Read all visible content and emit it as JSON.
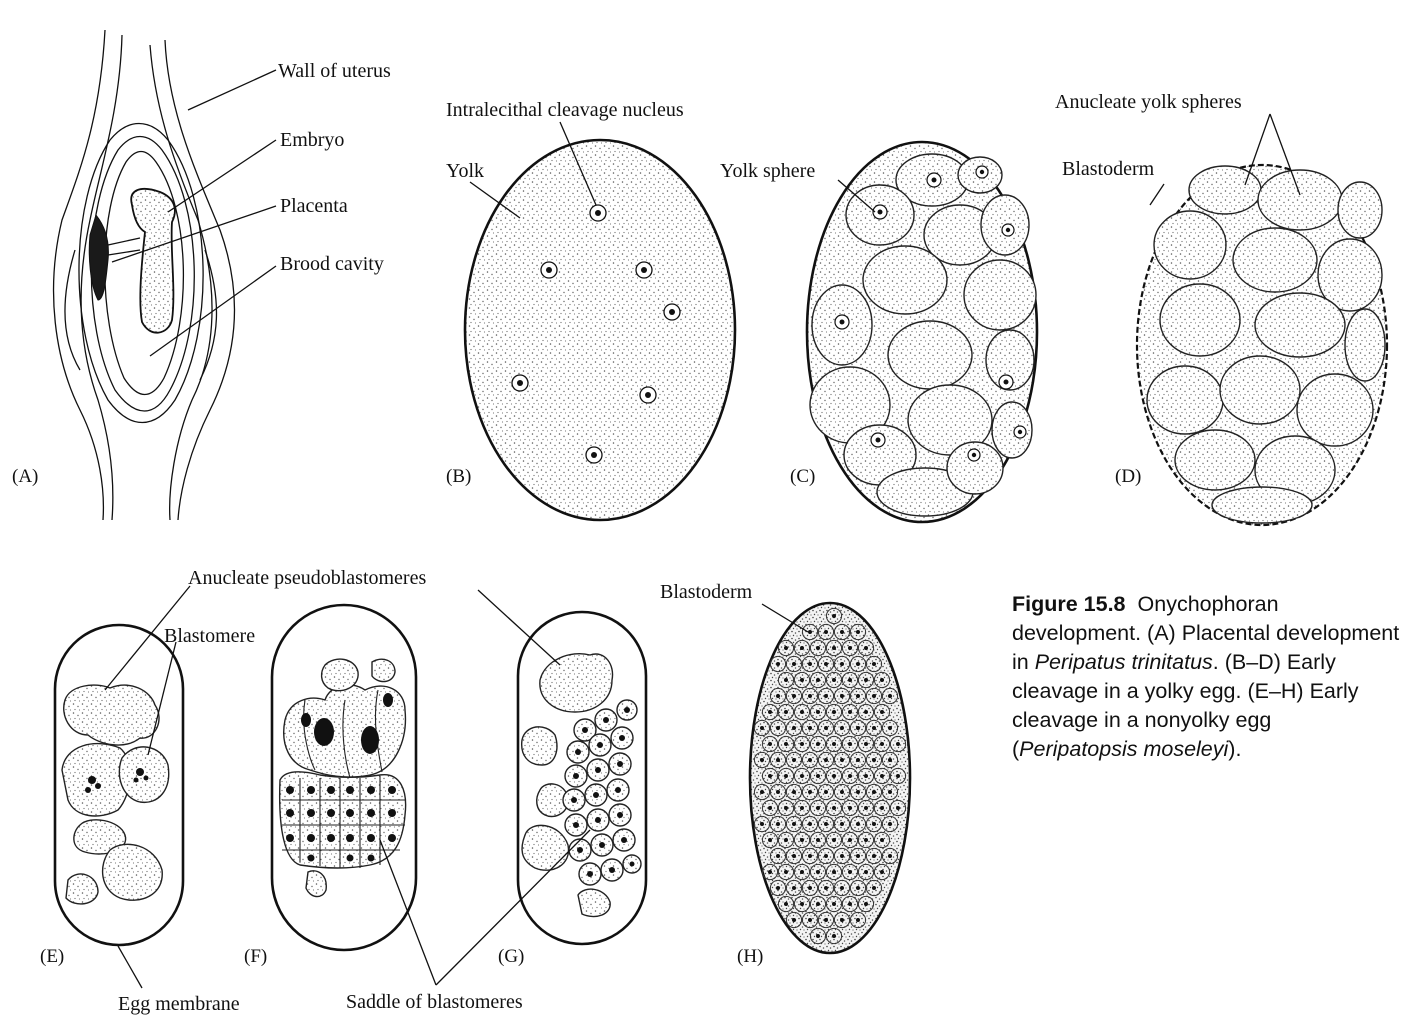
{
  "labels": {
    "wall_of_uterus": "Wall of uterus",
    "embryo": "Embryo",
    "placenta": "Placenta",
    "brood_cavity": "Brood cavity",
    "intralecithal_cleavage_nucleus": "Intralecithal cleavage nucleus",
    "yolk": "Yolk",
    "yolk_sphere": "Yolk sphere",
    "anucleate_yolk_spheres": "Anucleate yolk spheres",
    "blastoderm_d": "Blastoderm",
    "anucleate_pseudoblastomeres": "Anucleate pseudoblastomeres",
    "blastomere": "Blastomere",
    "blastoderm_h": "Blastoderm",
    "egg_membrane": "Egg membrane",
    "saddle_of_blastomeres": "Saddle of blastomeres"
  },
  "panels": {
    "a": "(A)",
    "b": "(B)",
    "c": "(C)",
    "d": "(D)",
    "e": "(E)",
    "f": "(F)",
    "g": "(G)",
    "h": "(H)"
  },
  "caption": {
    "figure_number": "Figure 15.8",
    "part1": "Onychophoran development. (A) Placental development in ",
    "species1": "Peripatus trinitatus",
    "part2": ". (B–D) Early cleavage in a yolky egg. (E–H) Early cleavage in a nonyolky egg (",
    "species2": "Peripatopsis moseleyi",
    "part3": ")."
  },
  "colors": {
    "ink": "#111111",
    "stipple": "#6a6a6a",
    "background": "#ffffff"
  }
}
